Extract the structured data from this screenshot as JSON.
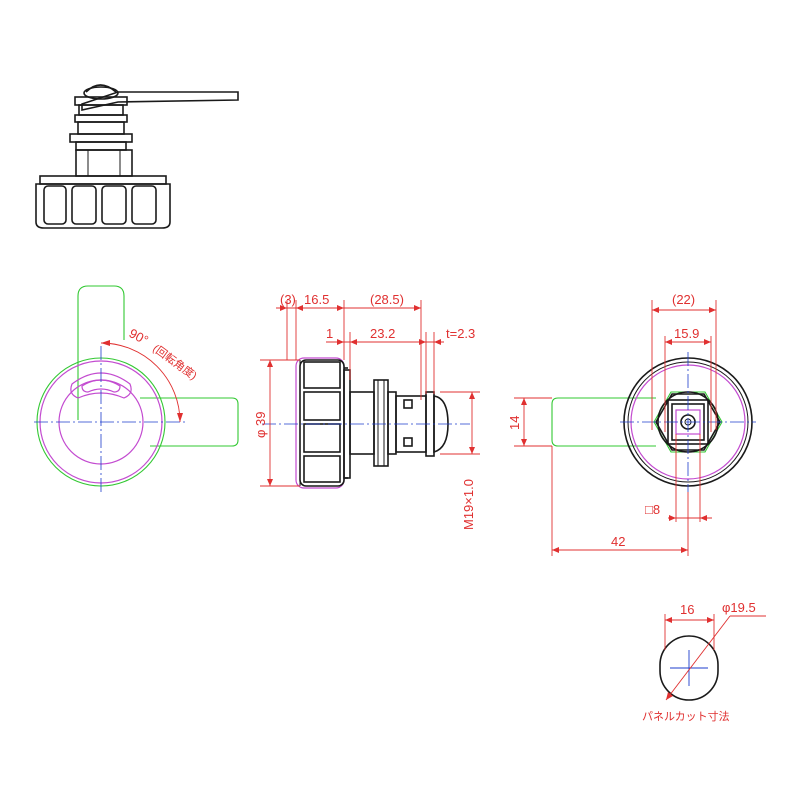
{
  "colors": {
    "outline": "#1a1a1a",
    "body": "#c34bd0",
    "lever": "#32c832",
    "dimension": "#e03030",
    "centerline": "#1c3ccc"
  },
  "front_view": {
    "angle_label": "90°",
    "angle_note": "(回転角度)"
  },
  "side_view": {
    "dim_3": "(3)",
    "dim_16_5": "16.5",
    "dim_28_5": "(28.5)",
    "dim_1": "1",
    "dim_23_2": "23.2",
    "dim_t": "t=2.3",
    "dim_dia39": "φ 39",
    "dim_thread": "M19×1.0"
  },
  "rear_view": {
    "dim_22": "(22)",
    "dim_15_9": "15.9",
    "dim_14": "14",
    "dim_sq8": "□8",
    "dim_42": "42"
  },
  "panel_cut": {
    "dim_16": "16",
    "dim_dia19_5": "φ19.5",
    "caption": "パネルカット寸法"
  }
}
